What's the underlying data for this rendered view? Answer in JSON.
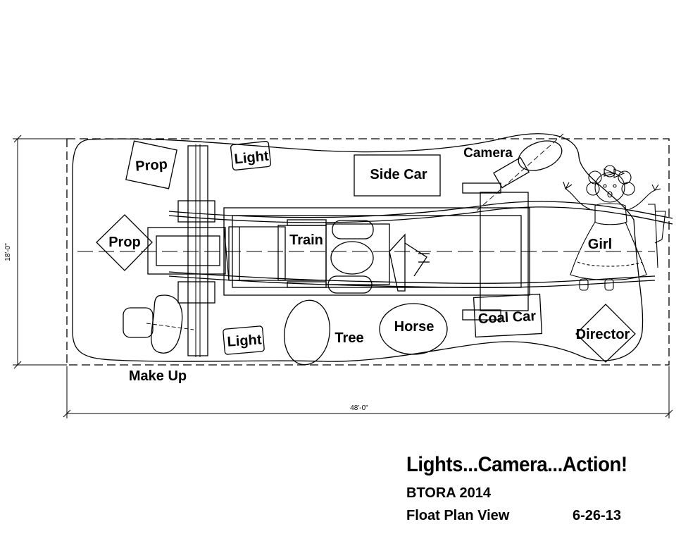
{
  "dimensions": {
    "width_label": "48'-0\"",
    "height_label": "18'-0\""
  },
  "labels": {
    "prop_top": "Prop",
    "prop_left": "Prop",
    "light_top": "Light",
    "light_bottom": "Light",
    "side_car": "Side Car",
    "camera": "Camera",
    "train": "Train",
    "girl": "Girl",
    "coal_car": "Coal Car",
    "director": "Director",
    "horse": "Horse",
    "tree": "Tree",
    "make_up": "Make Up"
  },
  "title_block": {
    "title": "Lights...Camera...Action!",
    "organization": "BTORA 2014",
    "view": "Float Plan View",
    "date": "6-26-13"
  }
}
